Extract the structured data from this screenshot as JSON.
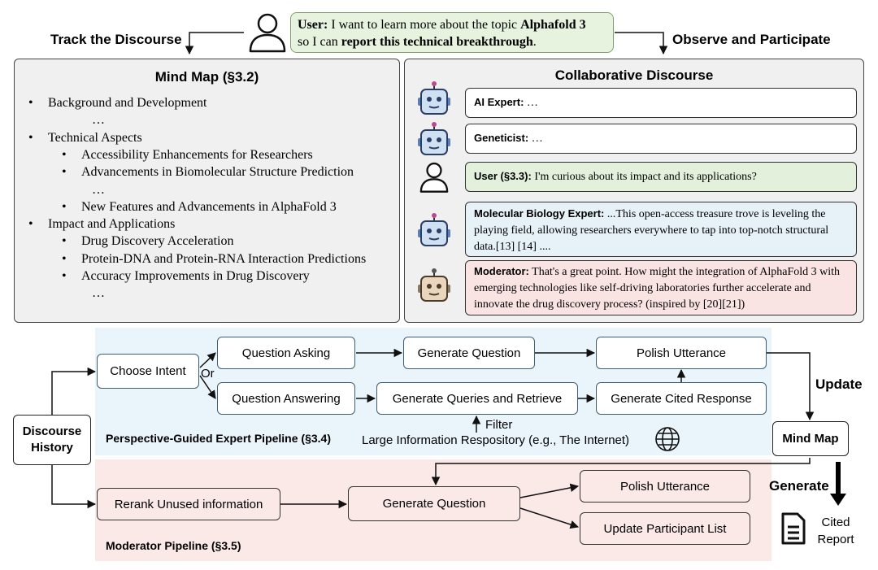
{
  "header": {
    "left_label": "Track the Discourse",
    "right_label": "Observe and Participate",
    "user_prompt": {
      "speaker": "User:",
      "t1": " I want to learn more about the topic ",
      "b1": "Alphafold 3",
      "t2": "so I can ",
      "b2": "report this technical breakthrough",
      "t3": "."
    }
  },
  "mind_map": {
    "title": "Mind Map (§3.2)",
    "items": [
      {
        "level": 1,
        "text": "Background and Development"
      },
      {
        "level": 0,
        "text": "…"
      },
      {
        "level": 1,
        "text": "Technical Aspects"
      },
      {
        "level": 2,
        "text": "Accessibility Enhancements for Researchers"
      },
      {
        "level": 2,
        "text": "Advancements in Biomolecular Structure Prediction"
      },
      {
        "level": 0,
        "text": "…"
      },
      {
        "level": 2,
        "text": "New Features and Advancements in AlphaFold 3"
      },
      {
        "level": 1,
        "text": "Impact and Applications"
      },
      {
        "level": 2,
        "text": "Drug Discovery Acceleration"
      },
      {
        "level": 2,
        "text": "Protein-DNA and Protein-RNA Interaction Predictions"
      },
      {
        "level": 2,
        "text": "Accuracy Improvements in Drug Discovery"
      },
      {
        "level": 0,
        "text": "…"
      }
    ]
  },
  "discourse": {
    "title": "Collaborative Discourse",
    "turns": [
      {
        "speaker": "AI Expert:",
        "text": " …"
      },
      {
        "speaker": "Geneticist:",
        "text": " …"
      },
      {
        "speaker": "User (§3.3):",
        "text": " I'm curious about its impact and its applications?"
      },
      {
        "speaker": "Molecular Biology Expert:",
        "text": " ...This open-access treasure trove is leveling the playing field, allowing researchers everywhere to tap into top-notch structural data.[13] [14] ...."
      },
      {
        "speaker": "Moderator:",
        "text": " That's a great point. How might the integration of AlphaFold 3 with emerging technologies like self-driving laboratories further accelerate and innovate the drug discovery process? (inspired by [20][21])"
      }
    ]
  },
  "pipeline": {
    "discourse_history": "Discourse History",
    "choose_intent": "Choose Intent",
    "or": "Or",
    "question_asking": "Question Asking",
    "question_answering": "Question Answering",
    "generate_question": "Generate Question",
    "generate_queries": "Generate Queries and Retrieve",
    "generate_cited": "Generate Cited Response",
    "polish": "Polish Utterance",
    "filter": "Filter",
    "repository": "Large Information Respository (e.g., The Internet)",
    "expert_label": "Perspective-Guided Expert Pipeline (§3.4)",
    "update": "Update",
    "mind_map": "Mind Map",
    "generate": "Generate",
    "cited_report": "Cited Report",
    "rerank": "Rerank Unused information",
    "mod_generate_question": "Generate Question",
    "mod_polish": "Polish Utterance",
    "update_participants": "Update Participant List",
    "moderator_label": "Moderator Pipeline (§3.5)"
  }
}
